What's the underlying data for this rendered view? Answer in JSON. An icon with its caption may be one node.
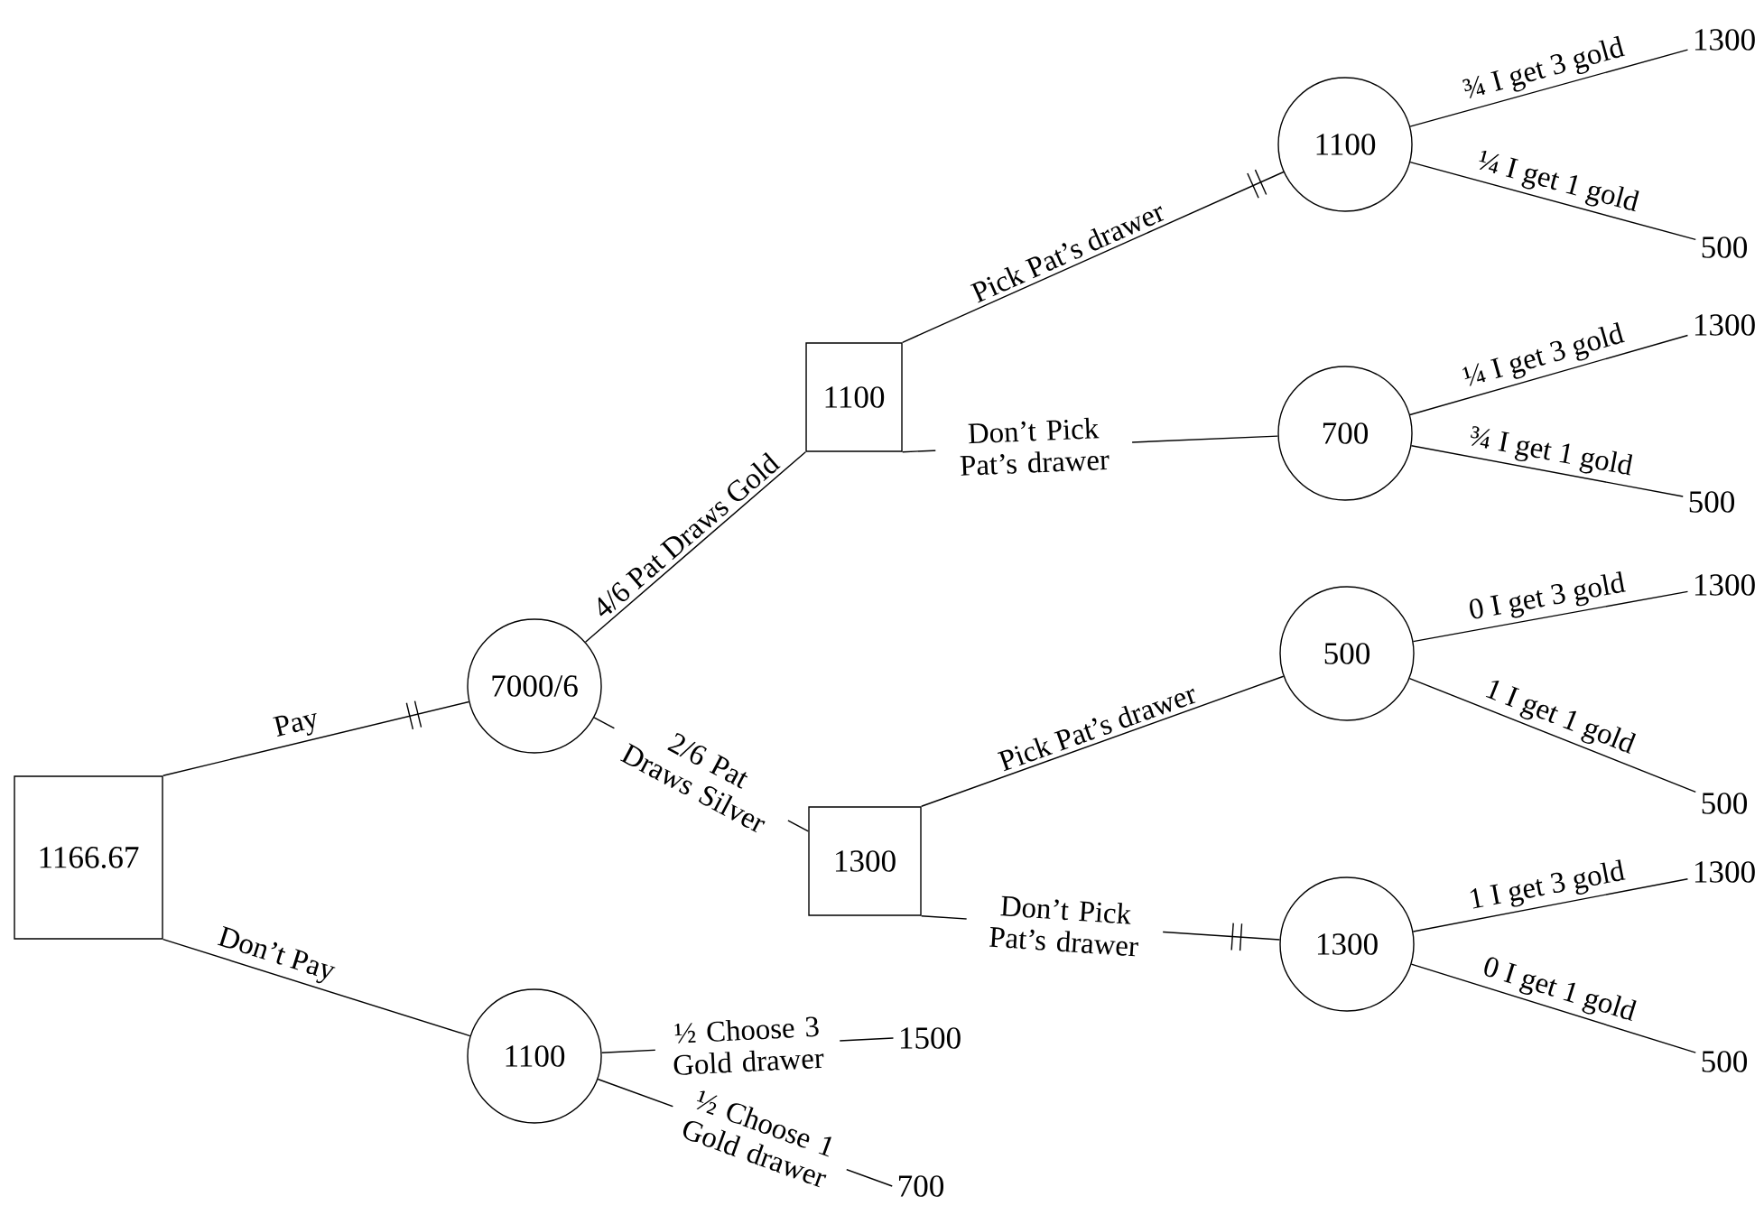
{
  "diagram": {
    "nodes": [
      {
        "text": [
          "1166.67"
        ]
      },
      {
        "text": [
          "7000/6"
        ]
      },
      {
        "text": [
          "1100"
        ]
      },
      {
        "text": [
          "1100"
        ]
      },
      {
        "text": [
          "1300"
        ]
      },
      {
        "text": [
          "1100"
        ]
      },
      {
        "text": [
          "700"
        ]
      },
      {
        "text": [
          "500"
        ]
      },
      {
        "text": [
          "1300"
        ]
      },
      {
        "text": [
          "1300"
        ]
      },
      {
        "text": [
          "500"
        ]
      },
      {
        "text": [
          "1300"
        ]
      },
      {
        "text": [
          "500"
        ]
      },
      {
        "text": [
          "1300"
        ]
      },
      {
        "text": [
          "500"
        ]
      },
      {
        "text": [
          "1300"
        ]
      },
      {
        "text": [
          "500"
        ]
      },
      {
        "text": [
          "1500"
        ]
      },
      {
        "text": [
          "700"
        ]
      }
    ],
    "edges": [
      {
        "from": 0,
        "to": 1,
        "arrow": "none",
        "label": "Pay"
      },
      {
        "from": 0,
        "to": 2,
        "arrow": "none",
        "label": "Don’t Pay"
      },
      {
        "from": 1,
        "to": 3,
        "arrow": "none",
        "label": "4/6 Pat Draws Gold"
      },
      {
        "from": 1,
        "to": 4,
        "arrow": "none",
        "label": "2/6 Pat Draws Silver"
      },
      {
        "from": 2,
        "to": 17,
        "arrow": "none",
        "label": "½ Choose 3 Gold drawer"
      },
      {
        "from": 2,
        "to": 18,
        "arrow": "none",
        "label": "½ Choose 1 Gold drawer"
      },
      {
        "from": 3,
        "to": 5,
        "arrow": "none",
        "label": "Pick Pat’s drawer"
      },
      {
        "from": 3,
        "to": 6,
        "arrow": "none",
        "label": "Don’t Pick Pat’s drawer"
      },
      {
        "from": 4,
        "to": 7,
        "arrow": "none",
        "label": "Pick Pat’s drawer"
      },
      {
        "from": 4,
        "to": 8,
        "arrow": "none",
        "label": "Don’t Pick Pat’s drawer"
      },
      {
        "from": 5,
        "to": 9,
        "arrow": "none",
        "label": "¾ I get 3 gold"
      },
      {
        "from": 5,
        "to": 10,
        "arrow": "none",
        "label": "¼ I get 1 gold"
      },
      {
        "from": 6,
        "to": 11,
        "arrow": "none",
        "label": "¼ I get 3 gold"
      },
      {
        "from": 6,
        "to": 12,
        "arrow": "none",
        "label": "¾ I get 1 gold"
      },
      {
        "from": 7,
        "to": 13,
        "arrow": "none",
        "label": "0 I get 3 gold"
      },
      {
        "from": 7,
        "to": 14,
        "arrow": "none",
        "label": "1 I get 1 gold"
      },
      {
        "from": 8,
        "to": 15,
        "arrow": "none",
        "label": "1 I get 3 gold"
      },
      {
        "from": 8,
        "to": 16,
        "arrow": "none",
        "label": "0 I get 1 gold"
      }
    ]
  }
}
